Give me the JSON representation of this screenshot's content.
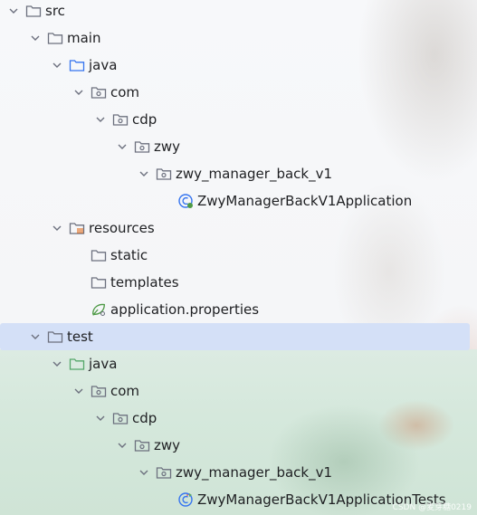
{
  "tree": {
    "rows": [
      {
        "label": "src",
        "icon": "folder-icon",
        "expanded": true
      },
      {
        "label": "main",
        "icon": "folder-icon",
        "expanded": true
      },
      {
        "label": "java",
        "icon": "source-root-folder-icon",
        "expanded": true
      },
      {
        "label": "com",
        "icon": "package-icon",
        "expanded": true
      },
      {
        "label": "cdp",
        "icon": "package-icon",
        "expanded": true
      },
      {
        "label": "zwy",
        "icon": "package-icon",
        "expanded": true
      },
      {
        "label": "zwy_manager_back_v1",
        "icon": "package-icon",
        "expanded": true
      },
      {
        "label": "ZwyManagerBackV1Application",
        "icon": "spring-boot-class-icon"
      },
      {
        "label": "resources",
        "icon": "resources-folder-icon",
        "expanded": true
      },
      {
        "label": "static",
        "icon": "folder-icon"
      },
      {
        "label": "templates",
        "icon": "folder-icon"
      },
      {
        "label": "application.properties",
        "icon": "spring-properties-icon"
      },
      {
        "label": "test",
        "icon": "folder-icon",
        "expanded": true,
        "selected": true
      },
      {
        "label": "java",
        "icon": "test-source-root-folder-icon",
        "expanded": true
      },
      {
        "label": "com",
        "icon": "package-icon",
        "expanded": true
      },
      {
        "label": "cdp",
        "icon": "package-icon",
        "expanded": true
      },
      {
        "label": "zwy",
        "icon": "package-icon",
        "expanded": true
      },
      {
        "label": "zwy_manager_back_v1",
        "icon": "package-icon",
        "expanded": true
      },
      {
        "label": "ZwyManagerBackV1ApplicationTests",
        "icon": "test-class-icon"
      }
    ]
  },
  "colors": {
    "selection": "#d4e0f7",
    "folder_stroke": "#6c707e",
    "source_root": "#3574f0",
    "test_root": "#55a76a",
    "resources_accent": "#e37933",
    "spring_green": "#4e9a46"
  },
  "watermark": "CSDN @麦芽糖0219"
}
